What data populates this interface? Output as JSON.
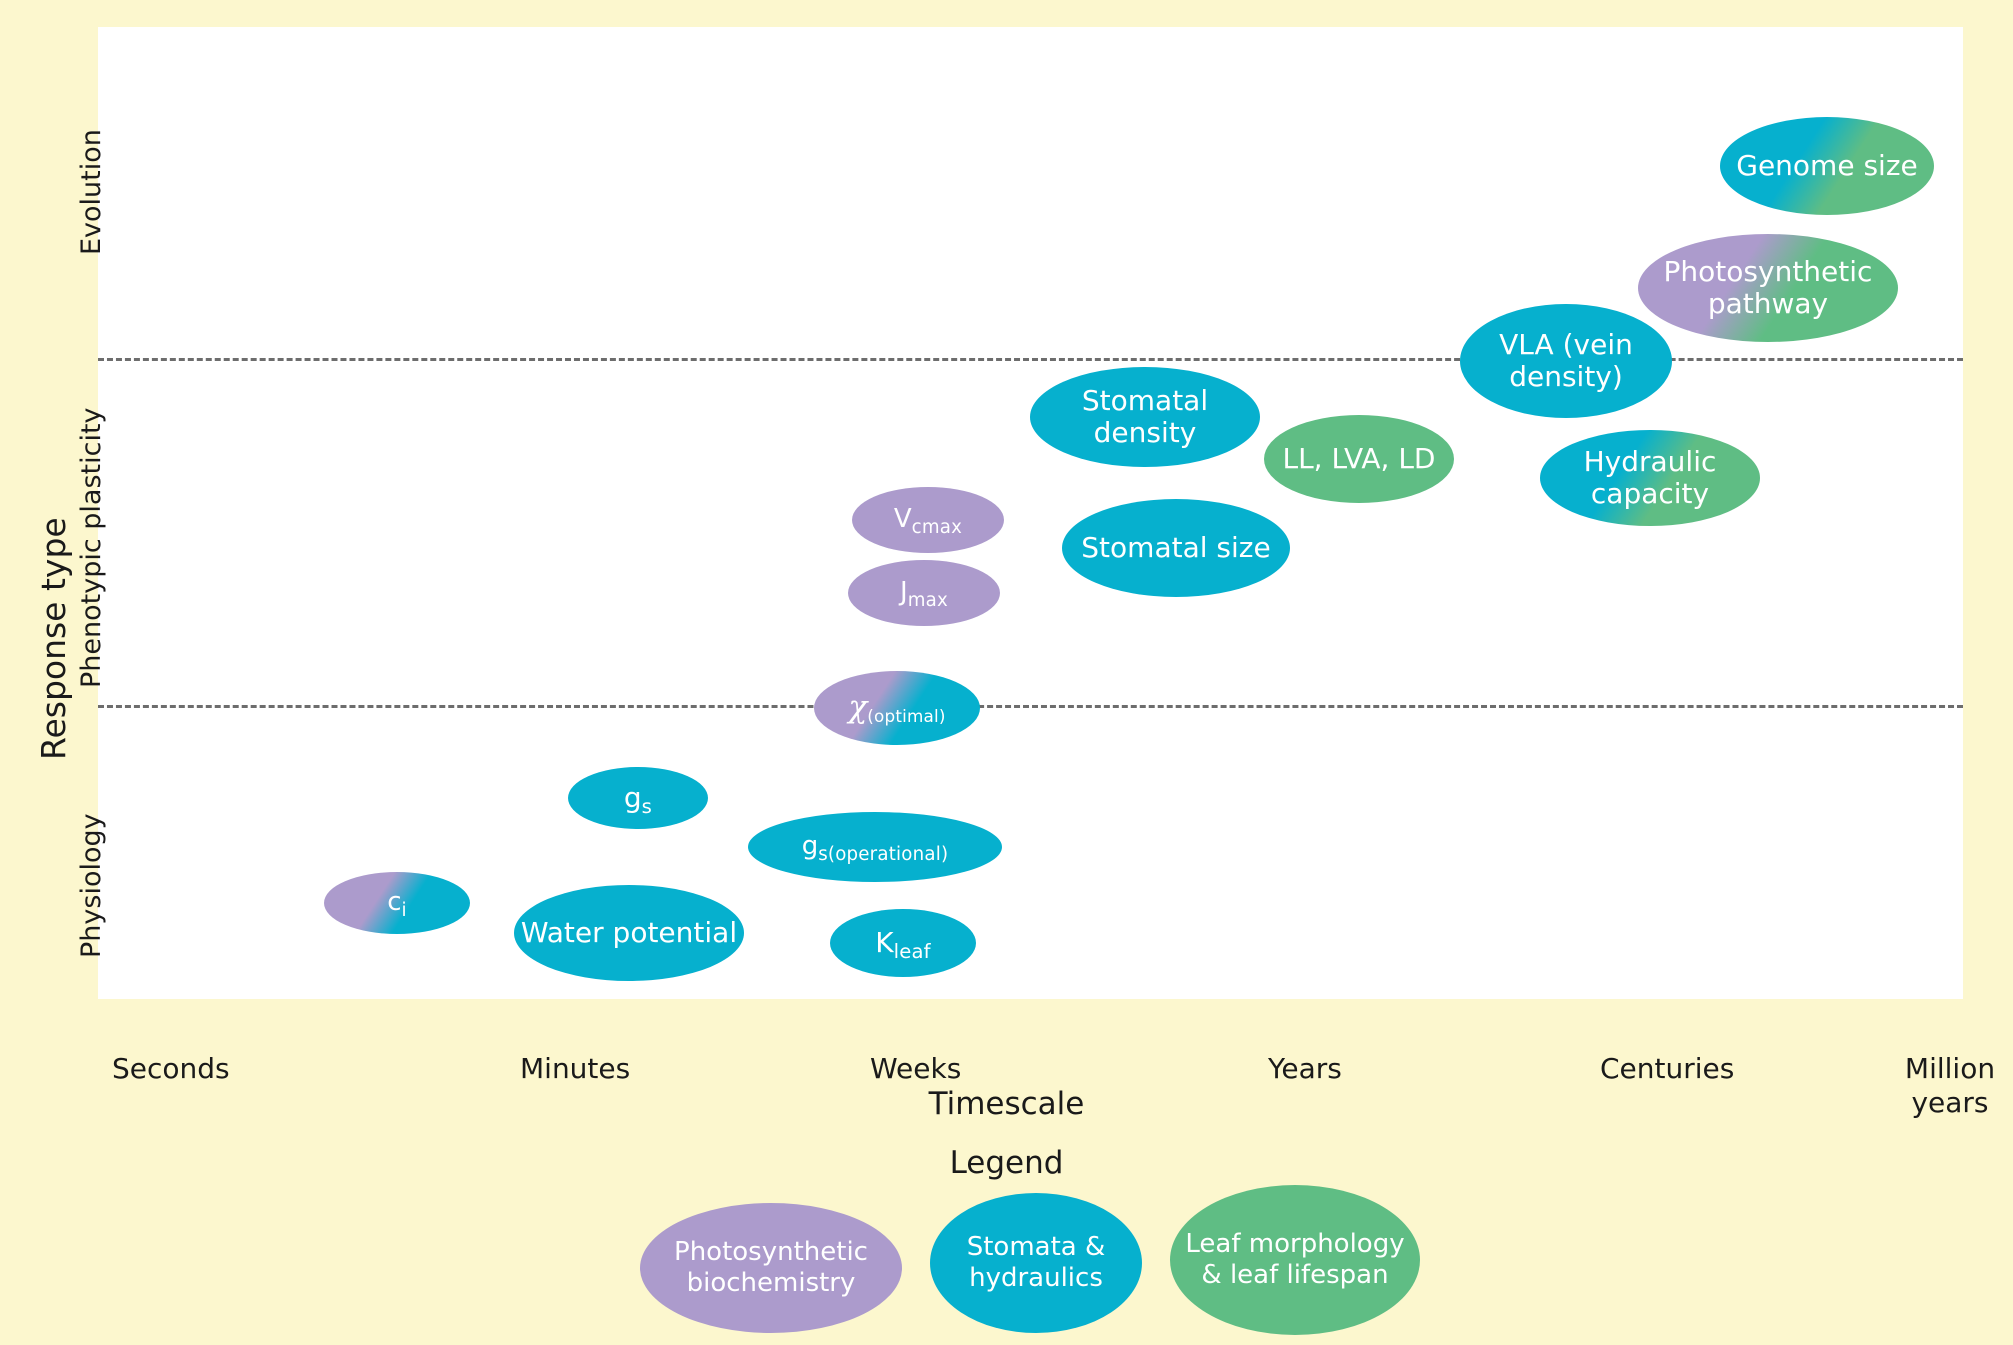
{
  "palette": {
    "background": "#FCF7CE",
    "panel": "#FFFFFF",
    "cyan": "#06B0CE",
    "purple": "#AC9BCC",
    "green": "#5FBD84",
    "divider": "#6D6D6D",
    "text_dark": "#1A1A1A",
    "text_light": "#FFFFFF"
  },
  "axes": {
    "y_title": "Response type",
    "y_categories": [
      "Evolution",
      "Phenotypic plasticity",
      "Physiology"
    ],
    "x_title": "Timescale",
    "x_categories": [
      "Seconds",
      "Minutes",
      "Weeks",
      "Years",
      "Centuries",
      "Million years"
    ]
  },
  "legend": {
    "title": "Legend",
    "items": [
      {
        "label": "Photosynthetic biochemistry",
        "color": "#AC9BCC",
        "fill": "purple"
      },
      {
        "label": "Stomata & hydraulics",
        "color": "#06B0CE",
        "fill": "cyan"
      },
      {
        "label": "Leaf morphology & leaf lifespan",
        "color": "#5FBD84",
        "fill": "green"
      }
    ]
  },
  "chart_data": {
    "type": "scatter",
    "title": "",
    "xlabel": "Timescale",
    "ylabel": "Response type",
    "xlabel_ticks": [
      "Seconds",
      "Minutes",
      "Weeks",
      "Years",
      "Centuries",
      "Million years"
    ],
    "ylabel_ticks": [
      "Physiology",
      "Phenotypic plasticity",
      "Evolution"
    ],
    "grid": false,
    "legend_position": "bottom",
    "bubbles": [
      {
        "label": "Genome size",
        "text": "Genome size",
        "category": "Stomata & hydraulics / Leaf morphology",
        "fill": "cyan-green",
        "x_band": "Million years",
        "y_band": "Evolution"
      },
      {
        "label": "Photosynthetic pathway",
        "text": "Photosynthetic pathway",
        "category": "Photosynthetic biochemistry / Leaf morphology",
        "fill": "purple-green",
        "x_band": "Centuries",
        "y_band": "Evolution"
      },
      {
        "label": "VLA (vein density)",
        "text": "VLA (vein density)",
        "category": "Stomata & hydraulics",
        "fill": "cyan",
        "x_band": "Centuries",
        "y_band": "Evolution / Phenotypic plasticity"
      },
      {
        "label": "Hydraulic capacity",
        "text": "Hydraulic capacity",
        "category": "Stomata & hydraulics / Leaf morphology",
        "fill": "cyan-green",
        "x_band": "Centuries",
        "y_band": "Phenotypic plasticity"
      },
      {
        "label": "Stomatal density",
        "text": "Stomatal density",
        "category": "Stomata & hydraulics",
        "fill": "cyan",
        "x_band": "Years",
        "y_band": "Phenotypic plasticity"
      },
      {
        "label": "LL, LVA, LD",
        "text": "LL, LVA, LD",
        "category": "Leaf morphology & leaf lifespan",
        "fill": "green",
        "x_band": "Years",
        "y_band": "Phenotypic plasticity"
      },
      {
        "label": "Stomatal size",
        "text": "Stomatal size",
        "category": "Stomata & hydraulics",
        "fill": "cyan",
        "x_band": "Years",
        "y_band": "Phenotypic plasticity"
      },
      {
        "label": "Vcmax",
        "text": "V",
        "sub": "cmax",
        "category": "Photosynthetic biochemistry",
        "fill": "purple",
        "x_band": "Weeks",
        "y_band": "Phenotypic plasticity"
      },
      {
        "label": "Jmax",
        "text": "J",
        "sub": "max",
        "category": "Photosynthetic biochemistry",
        "fill": "purple",
        "x_band": "Weeks",
        "y_band": "Phenotypic plasticity"
      },
      {
        "label": "chi optimal",
        "text": "χ",
        "sub": "(optimal)",
        "category": "Photosynthetic biochemistry / Stomata & hydraulics",
        "fill": "purple-cyan",
        "x_band": "Weeks",
        "y_band": "Phenotypic plasticity / Physiology"
      },
      {
        "label": "gs",
        "text": "g",
        "sub": "s",
        "category": "Stomata & hydraulics",
        "fill": "cyan",
        "x_band": "Minutes",
        "y_band": "Physiology"
      },
      {
        "label": "gs operational",
        "text": "g",
        "sub": "s(operational)",
        "category": "Stomata & hydraulics",
        "fill": "cyan",
        "x_band": "Weeks",
        "y_band": "Physiology"
      },
      {
        "label": "ci",
        "text": "c",
        "sub": "i",
        "category": "Photosynthetic biochemistry / Stomata & hydraulics",
        "fill": "purple-cyan",
        "x_band": "Seconds",
        "y_band": "Physiology"
      },
      {
        "label": "Water potential",
        "text": "Water potential",
        "category": "Stomata & hydraulics",
        "fill": "cyan",
        "x_band": "Minutes",
        "y_band": "Physiology"
      },
      {
        "label": "Kleaf",
        "text": "K",
        "sub": "leaf",
        "category": "Stomata & hydraulics",
        "fill": "cyan",
        "x_band": "Weeks",
        "y_band": "Physiology"
      }
    ]
  }
}
